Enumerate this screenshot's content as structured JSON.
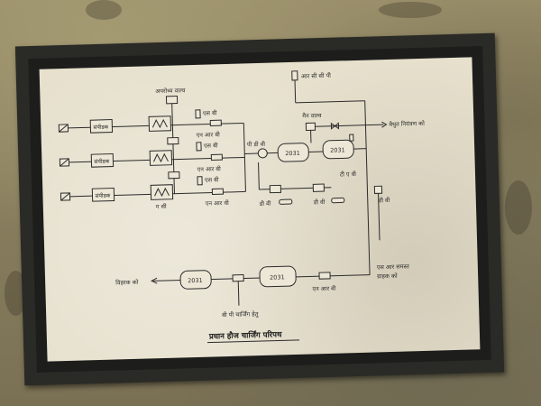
{
  "photo": {
    "subject": "framed schematic board on weathered wall",
    "colors": {
      "wall": "#8f8566",
      "frame": "#1d1d1b",
      "board": "#e6e0cd",
      "ink": "#2b2b2b"
    }
  },
  "diagram": {
    "title": "प्रधान हौज चार्जिंग परिपथ",
    "top_label": "आर सी सी पी",
    "header_label": "अपरोध्य वाल्व",
    "main_valve": "मैन वाल्व",
    "electric_control": "वैधुत नियंत्रण को",
    "rows": [
      {
        "box": "संपीडक",
        "side_label": "एस बी",
        "arrow_label": "एन आर बी"
      },
      {
        "box": "संपीडक",
        "side_label": "एस बी",
        "arrow_label": "एन आर बी"
      },
      {
        "box": "संपीडक",
        "side_label": "एस बी",
        "arrow_label": "एन आर वी"
      }
    ],
    "tank_labels": [
      "2031",
      "2031",
      "2031",
      "2031"
    ],
    "labels": {
      "g_gi": "ग सी",
      "pdb": "पी डी वी",
      "dv1": "डी वी",
      "dv2": "डी वी",
      "ta_v": "टी ए वी",
      "dv_right": "डी वी",
      "rubbish": "एस आर समस्त",
      "rubbish_sub": "ग्राहक को",
      "left_output": "विहरक को",
      "bottom_nrv": "एन आर वी",
      "bottom_sub": "बी पी चार्जिंग हेतु"
    }
  }
}
